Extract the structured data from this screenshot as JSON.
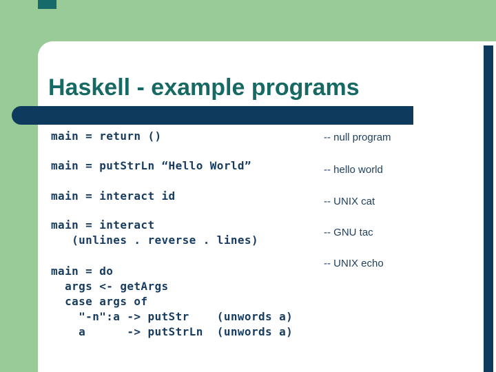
{
  "slide": {
    "title": "Haskell - example programs",
    "code_blocks": [
      {
        "code": "main = return ()",
        "comment": "-- null program"
      },
      {
        "code": "main = putStrLn “Hello World”",
        "comment": "-- hello world"
      },
      {
        "code": "main = interact id",
        "comment": "-- UNIX cat"
      },
      {
        "code": "main = interact\n   (unlines . reverse . lines)",
        "comment": "-- GNU tac"
      },
      {
        "code": "main = do\n  args <- getArgs\n  case args of\n    \"-n\":a -> putStr    (unwords a)\n    a      -> putStrLn  (unwords a)",
        "comment": "-- UNIX echo"
      }
    ],
    "colors": {
      "background_green": "#99CB99",
      "panel_white": "#FFFFFF",
      "accent_navy": "#0E3A5E",
      "accent_teal_square": "#166A6A",
      "title_teal": "#176963",
      "code_text_navy": "#173C60",
      "comment_text_navy": "#20405E"
    }
  }
}
